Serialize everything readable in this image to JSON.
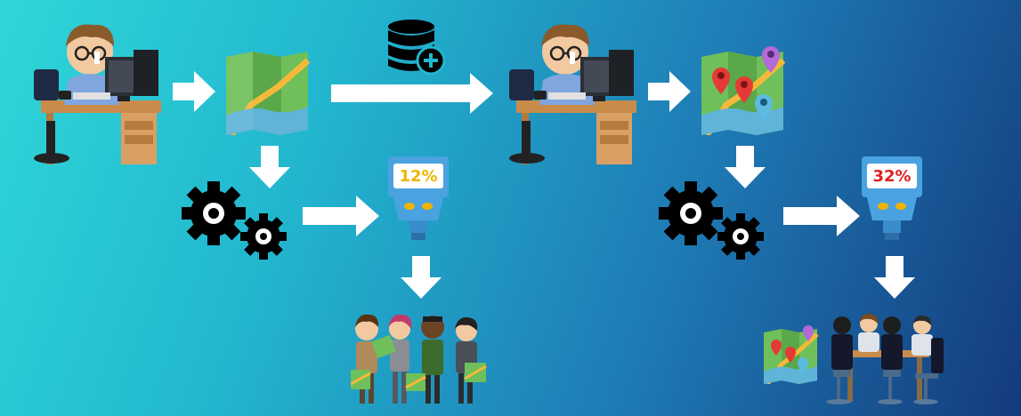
{
  "diagram": {
    "colors": {
      "bg_start": "#2fd6d8",
      "bg_end": "#143a7c",
      "arrow": "#ffffff",
      "gear": "#000000",
      "meter_body": "#4aa3e0",
      "meter_screen": "#ffffff",
      "meter1_text": "#f0b400",
      "meter2_text": "#e02020",
      "map_green": "#6fbf5a",
      "map_road": "#f5b93a",
      "map_water": "#5fb4d8",
      "pin_red": "#e53935",
      "pin_purple": "#b36ad6",
      "pin_blue": "#5bbbe0"
    },
    "meters": [
      {
        "value": "12%"
      },
      {
        "value": "32%"
      }
    ],
    "icons": [
      "developer-at-desk",
      "map",
      "database-add",
      "developer-at-desk",
      "map-with-pins",
      "gears",
      "gauge-meter",
      "gears",
      "gauge-meter",
      "people-group-with-maps",
      "map-with-pins",
      "meeting-team"
    ]
  }
}
